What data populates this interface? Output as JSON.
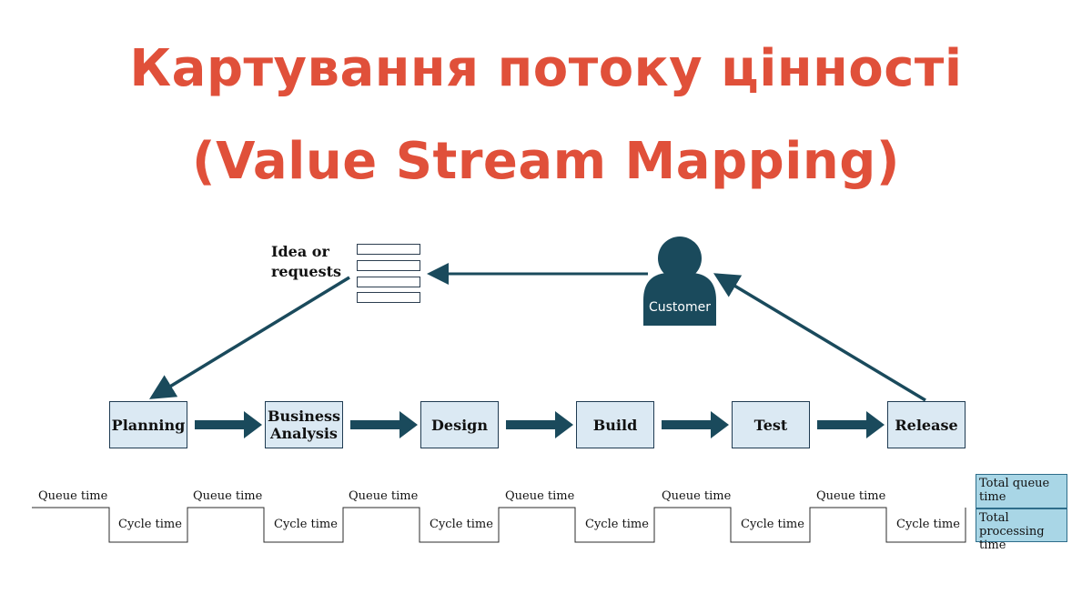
{
  "title": {
    "line1": "Картування потоку цінності",
    "line2": "(Value Stream Mapping)"
  },
  "inputs": {
    "label_line1": "Idea or",
    "label_line2": "requests",
    "icon": "stack-icon"
  },
  "customer": {
    "label": "Customer",
    "icon": "person-icon",
    "color": "#1a4a5c"
  },
  "steps": [
    {
      "label_line1": "Planning",
      "label_line2": ""
    },
    {
      "label_line1": "Business",
      "label_line2": "Analysis"
    },
    {
      "label_line1": "Design",
      "label_line2": ""
    },
    {
      "label_line1": "Build",
      "label_line2": ""
    },
    {
      "label_line1": "Test",
      "label_line2": ""
    },
    {
      "label_line1": "Release",
      "label_line2": ""
    }
  ],
  "timeline": {
    "queue_label": "Queue time",
    "cycle_label": "Cycle time",
    "total_queue_line1": "Total queue",
    "total_queue_line2": "time",
    "total_processing_line1": "Total",
    "total_processing_line2": "processing time"
  },
  "colors": {
    "title": "#e0503a",
    "arrow": "#1a4a5c",
    "step_fill": "#dbe9f3",
    "total_fill": "#a9d6e6"
  }
}
